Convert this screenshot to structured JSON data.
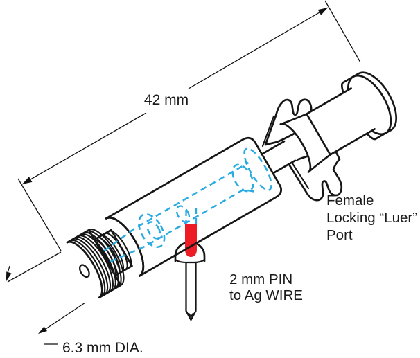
{
  "figure": {
    "type": "technical-line-diagram",
    "background": "#ffffff",
    "colors": {
      "outline": "#161616",
      "hidden_detail_lines": "#29abe2",
      "pin_highlight": "#ed1c24",
      "text": "#1a1a1a"
    },
    "labels": {
      "length_dimension": "42 mm",
      "diameter_dimension": "6.3 mm DIA.",
      "port_line1": "Female",
      "port_line2": "Locking “Luer”",
      "port_line3": "Port",
      "pin_line1": "2 mm PIN",
      "pin_line2": "to Ag WIRE"
    },
    "components": [
      "knurled-end-cap",
      "cap-center-hole",
      "threaded-collar",
      "main-barrel",
      "hidden-internal-bore",
      "pin-socket",
      "red-contact-pin",
      "silver-wire-pin-tip",
      "connector-neck",
      "luer-cone",
      "locking-wings",
      "luer-barrel",
      "luer-end-flange"
    ]
  }
}
